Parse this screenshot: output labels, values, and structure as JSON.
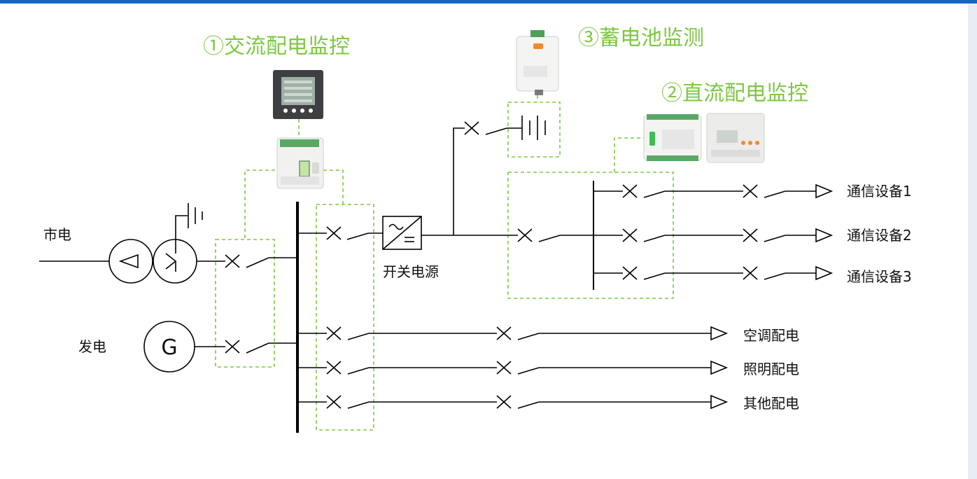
{
  "titles": {
    "ac": "①交流配电监控",
    "battery": "③蓄电池监测",
    "dc": "②直流配电监控"
  },
  "sources": {
    "mains": "市电",
    "generator": "发电",
    "generator_symbol": "G"
  },
  "converter": {
    "label": "开关电源"
  },
  "comm_devices": [
    "通信设备1",
    "通信设备2",
    "通信设备3"
  ],
  "ac_loads": [
    "空调配电",
    "照明配电",
    "其他配电"
  ],
  "colors": {
    "accent_green": "#7dc843",
    "top_bar": "#1565c0",
    "line": "#000000"
  },
  "icons": [
    "ac-meter-icon",
    "ac-module-icon",
    "battery-monitor-icon",
    "dc-module-icon",
    "dc-meter-icon",
    "ground-icon",
    "transformer-icon",
    "generator-icon",
    "switching-power-icon",
    "battery-icon"
  ]
}
